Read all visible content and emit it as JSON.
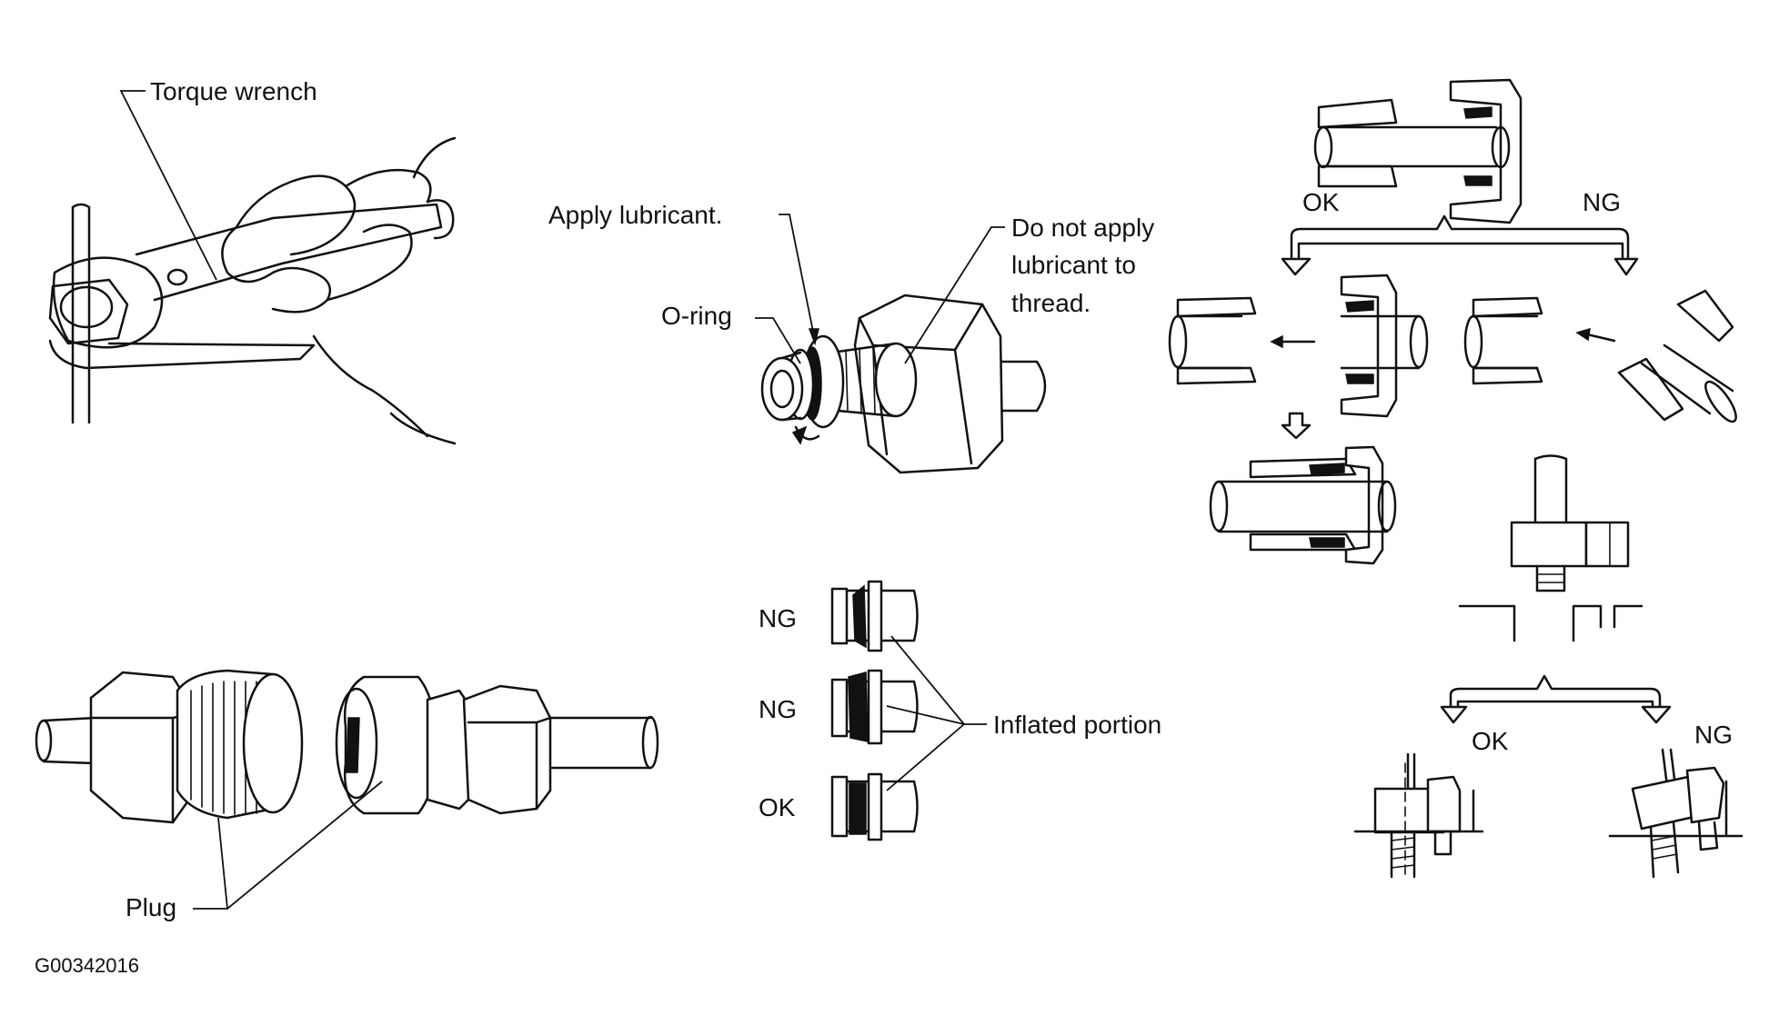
{
  "labels": {
    "torque_wrench": "Torque wrench",
    "apply_lubricant": "Apply lubricant.",
    "do_not_apply_1": "Do not apply",
    "do_not_apply_2": "lubricant to",
    "do_not_apply_3": "thread.",
    "o_ring": "O-ring",
    "plug": "Plug",
    "inflated_portion": "Inflated portion",
    "figure_id": "G00342016"
  },
  "oring_checks": [
    {
      "verdict": "NG"
    },
    {
      "verdict": "NG"
    },
    {
      "verdict": "OK"
    }
  ],
  "connection_check": {
    "ok": "OK",
    "ng": "NG"
  },
  "bolt_check": {
    "ok": "OK",
    "ng": "NG"
  }
}
